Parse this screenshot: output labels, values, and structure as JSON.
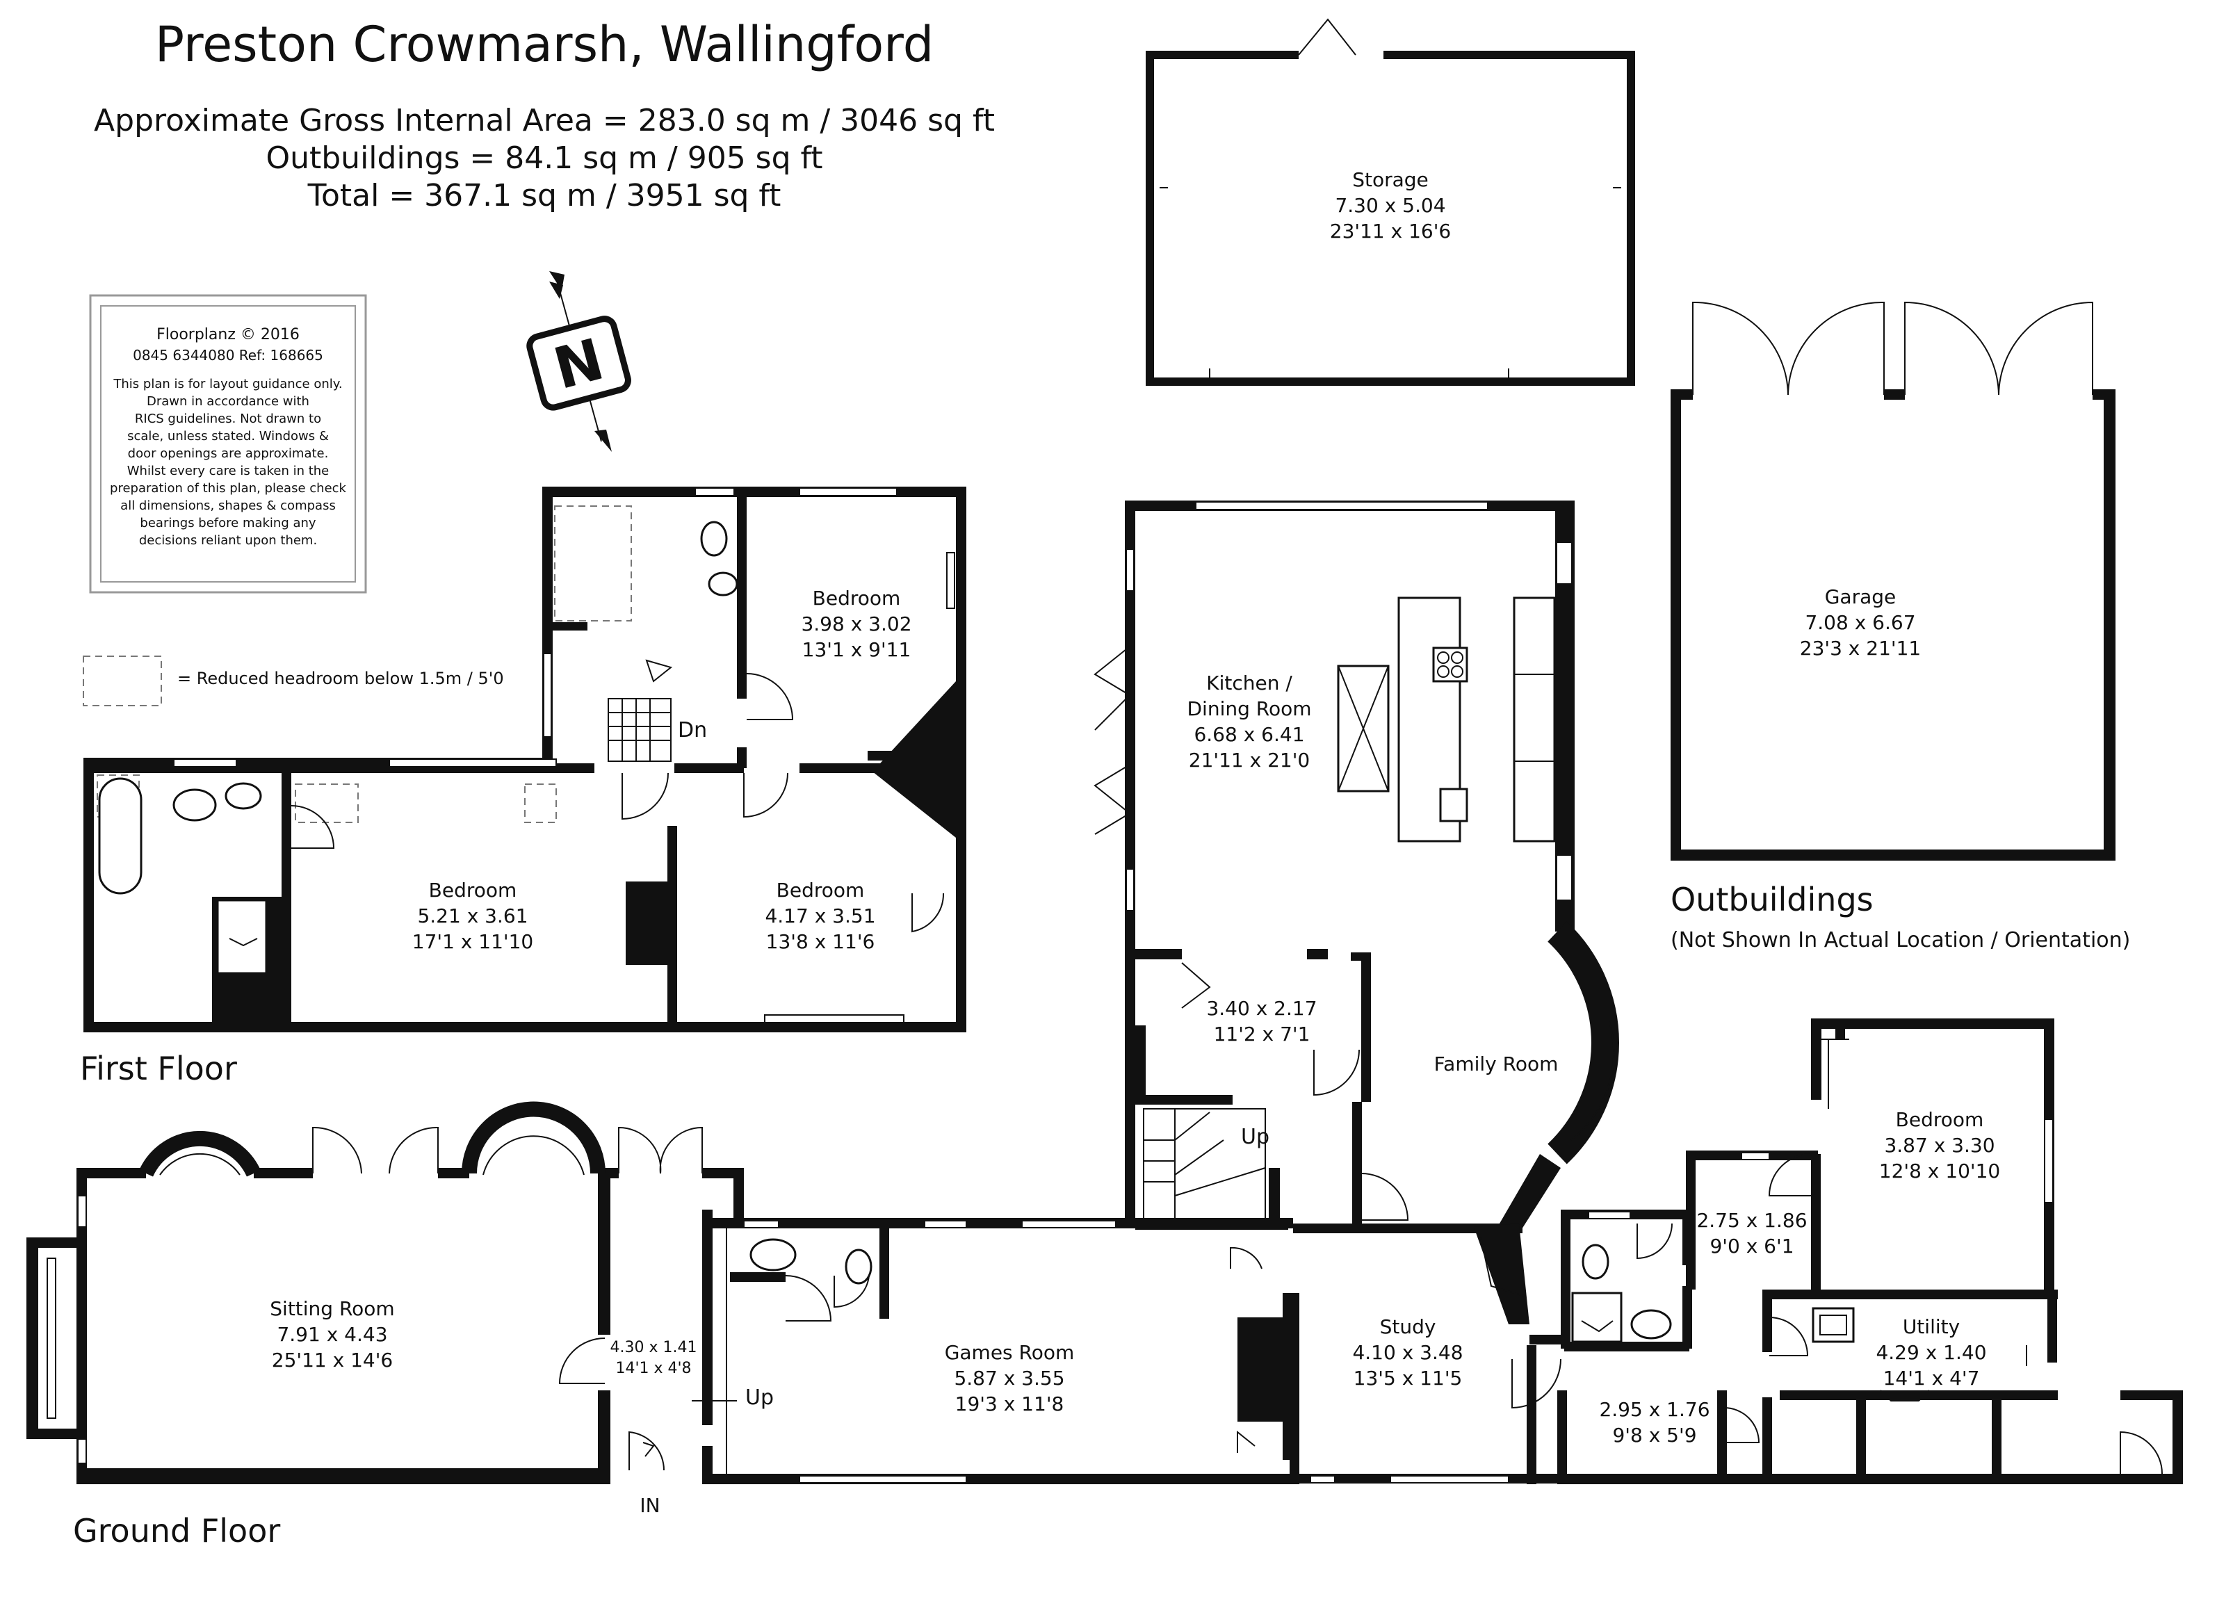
{
  "header": {
    "title": "Preston Crowmarsh, Wallingford",
    "area_lines": [
      "Approximate Gross Internal Area = 283.0 sq m / 3046 sq ft",
      "Outbuildings = 84.1 sq m / 905 sq ft",
      "Total = 367.1 sq m / 3951 sq ft"
    ]
  },
  "notice": {
    "company": "Floorplanz © 2016",
    "contact": "0845 6344080 Ref: 168665",
    "lines": [
      "This plan is for layout guidance only.",
      "Drawn in accordance with",
      "RICS guidelines. Not drawn to",
      "scale, unless stated. Windows &",
      "door openings are approximate.",
      "Whilst every care is taken in the",
      "preparation of this plan, please check",
      "all dimensions, shapes & compass",
      "bearings before making any",
      "decisions reliant upon them."
    ]
  },
  "legend": {
    "reduced_headroom": "= Reduced headroom below 1.5m / 5'0"
  },
  "compass": {
    "letter": "N"
  },
  "floors": {
    "first": "First Floor",
    "ground": "Ground Floor",
    "outbuildings": "Outbuildings",
    "outbuildings_note": "(Not Shown In Actual Location / Orientation)"
  },
  "rooms": {
    "storage": {
      "name": "Storage",
      "metric": "7.30 x 5.04",
      "imperial": "23'11 x 16'6"
    },
    "garage": {
      "name": "Garage",
      "metric": "7.08 x 6.67",
      "imperial": "23'3 x 21'11"
    },
    "ff_bed_top": {
      "name": "Bedroom",
      "metric": "3.98 x 3.02",
      "imperial": "13'1 x 9'11"
    },
    "ff_bed_left": {
      "name": "Bedroom",
      "metric": "5.21 x 3.61",
      "imperial": "17'1 x 11'10"
    },
    "ff_bed_right": {
      "name": "Bedroom",
      "metric": "4.17 x 3.51",
      "imperial": "13'8 x 11'6"
    },
    "kitchen": {
      "name_1": "Kitchen /",
      "name_2": "Dining Room",
      "metric": "6.68 x 6.41",
      "imperial": "21'11 x 21'0"
    },
    "utility_small": {
      "metric": "3.40 x 2.17",
      "imperial": "11'2 x 7'1"
    },
    "family": {
      "name": "Family Room"
    },
    "sitting": {
      "name": "Sitting Room",
      "metric": "7.91 x 4.43",
      "imperial": "25'11 x 14'6"
    },
    "hall": {
      "metric": "4.30 x 1.41",
      "imperial": "14'1 x 4'8"
    },
    "games": {
      "name": "Games Room",
      "metric": "5.87 x 3.55",
      "imperial": "19'3 x 11'8"
    },
    "study": {
      "name": "Study",
      "metric": "4.10 x 3.48",
      "imperial": "13'5 x 11'5"
    },
    "gf_bed": {
      "name": "Bedroom",
      "metric": "3.87 x 3.30",
      "imperial": "12'8 x 10'10"
    },
    "gf_room_a": {
      "metric": "2.75 x 1.86",
      "imperial": "9'0 x 6'1"
    },
    "utility": {
      "name": "Utility",
      "metric": "4.29 x 1.40",
      "imperial": "14'1 x 4'7"
    },
    "gf_room_b": {
      "metric": "2.95 x 1.76",
      "imperial": "9'8 x 5'9"
    }
  },
  "labels": {
    "dn": "Dn",
    "up_stairs": "Up",
    "up_hall": "Up",
    "in": "IN"
  }
}
